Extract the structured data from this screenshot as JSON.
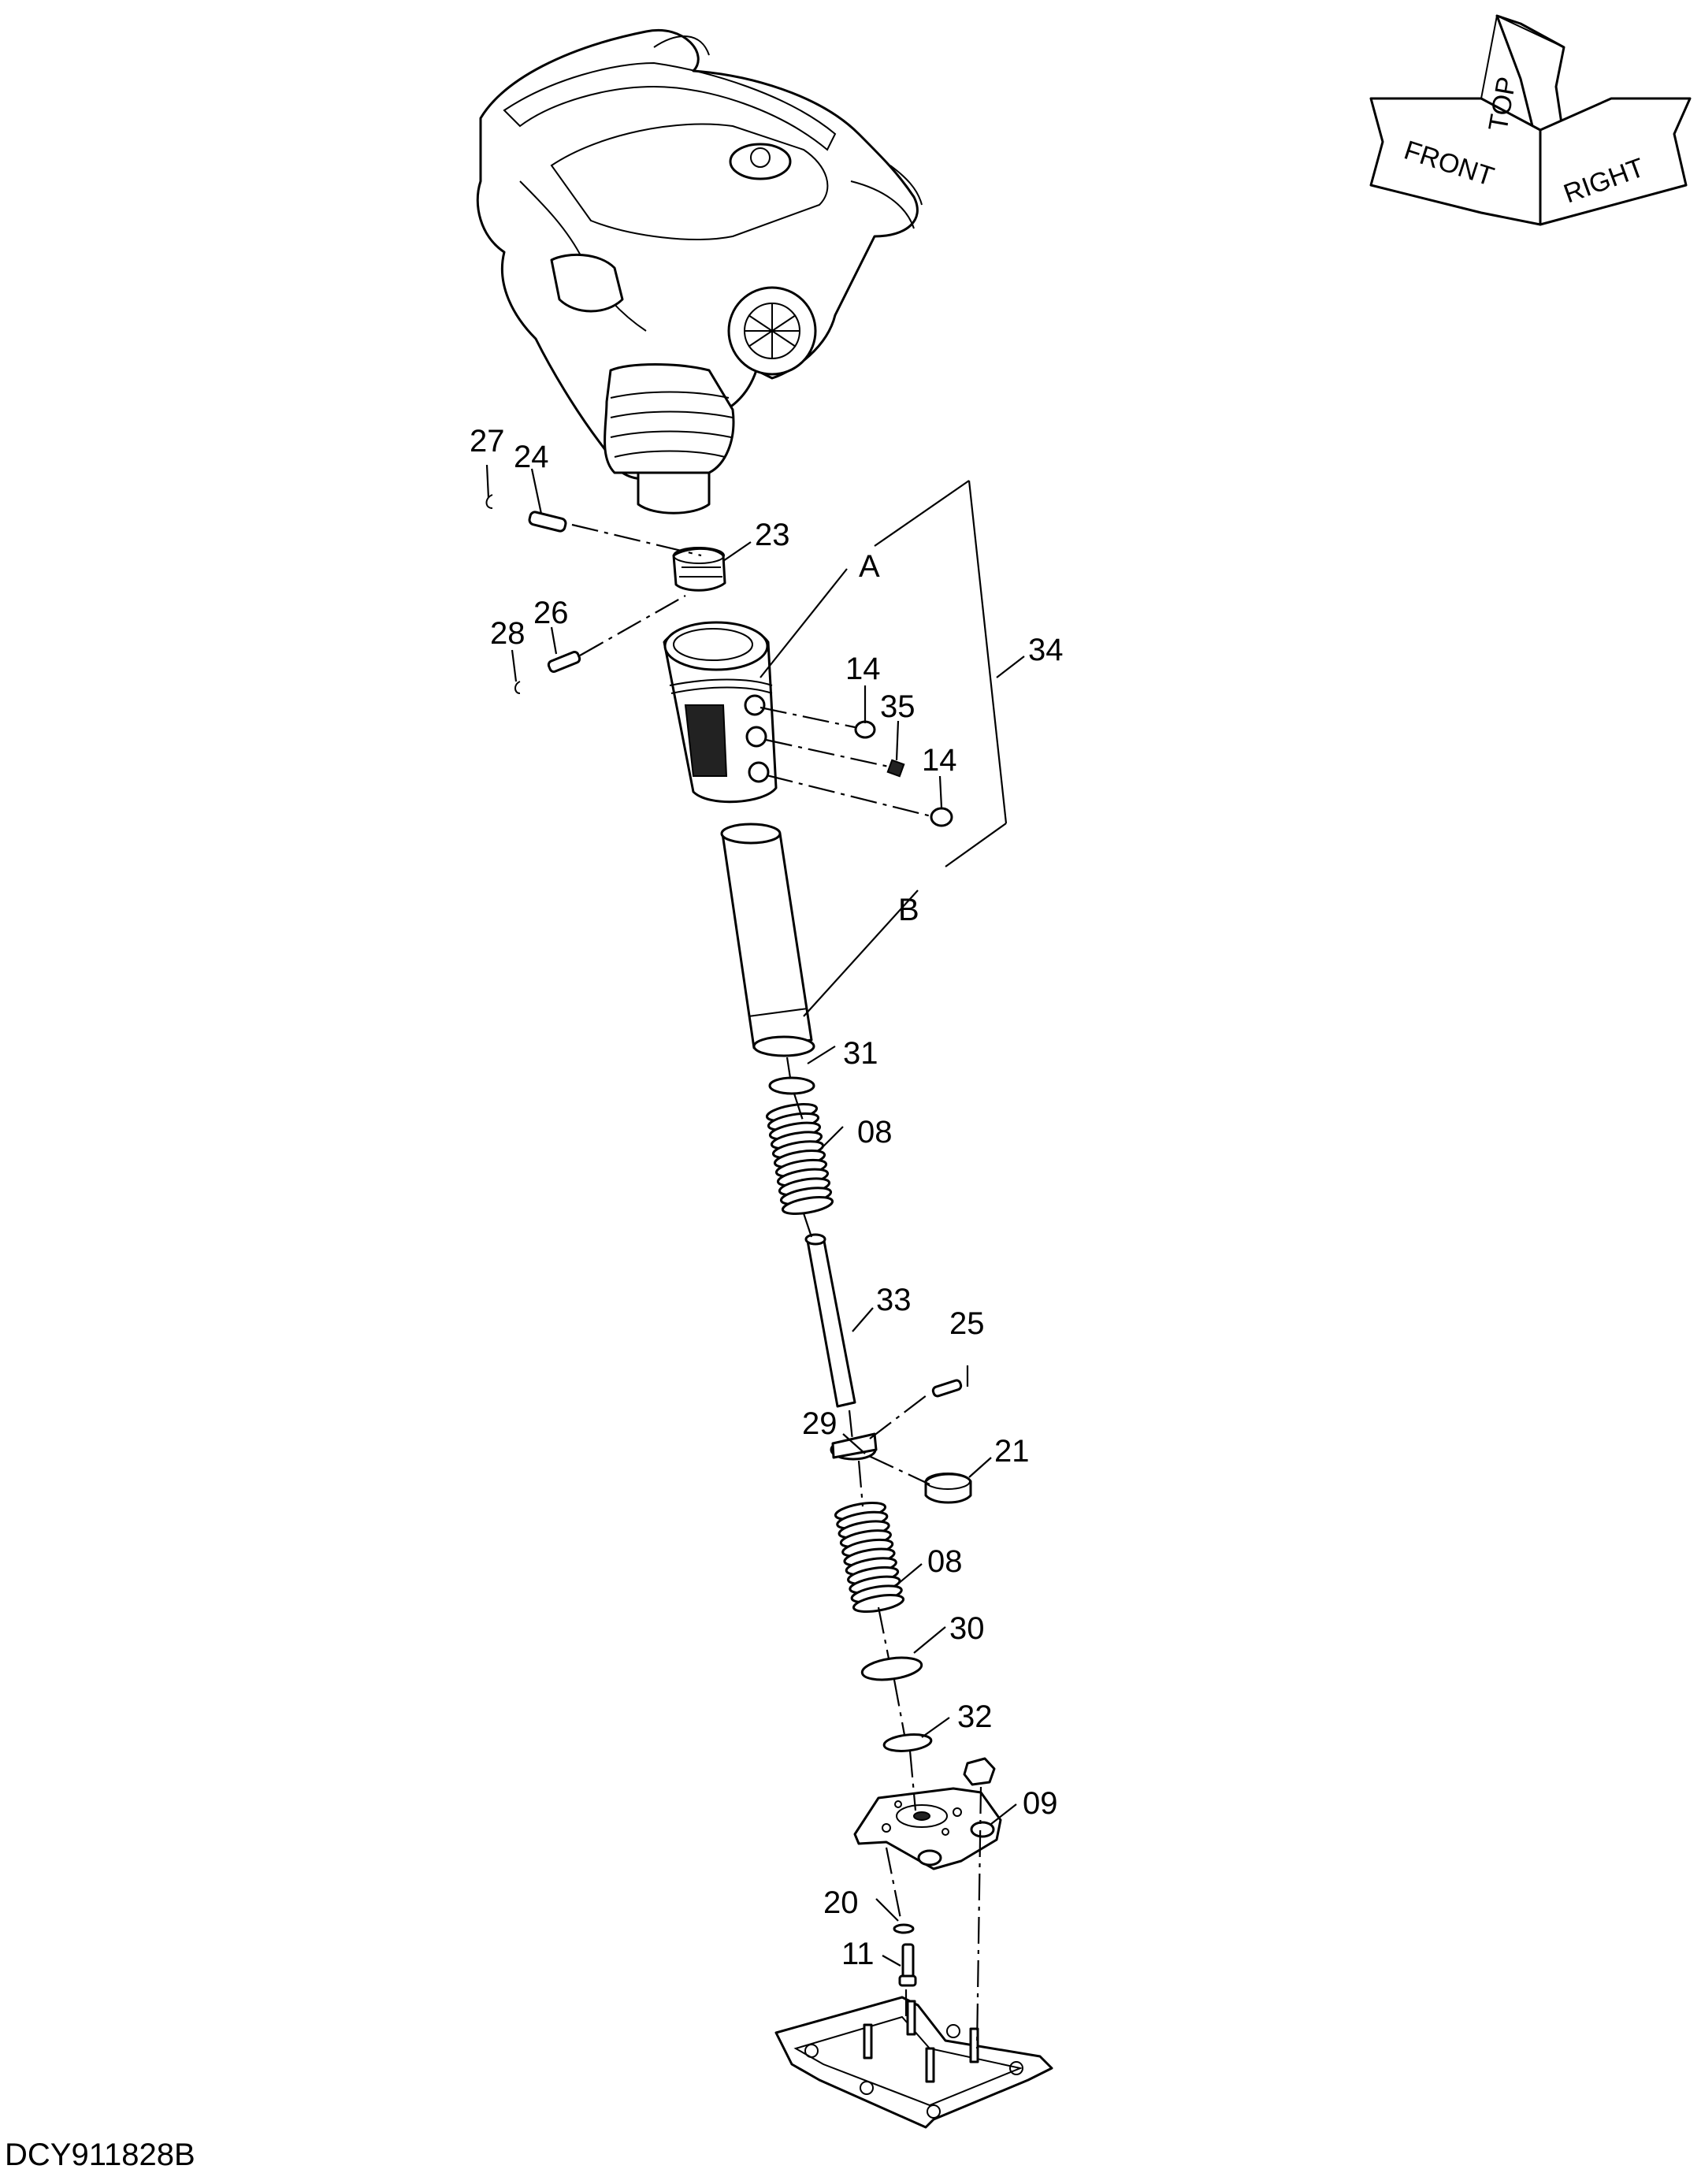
{
  "drawing_id": "DCY911828B",
  "orientation": {
    "top": "TOP",
    "front": "FRONT",
    "right": "RIGHT"
  },
  "callouts": [
    "27",
    "24",
    "23",
    "A",
    "28",
    "26",
    "14",
    "35",
    "14",
    "34",
    "B",
    "31",
    "08",
    "33",
    "25",
    "29",
    "21",
    "08",
    "30",
    "32",
    "09",
    "20",
    "11"
  ]
}
